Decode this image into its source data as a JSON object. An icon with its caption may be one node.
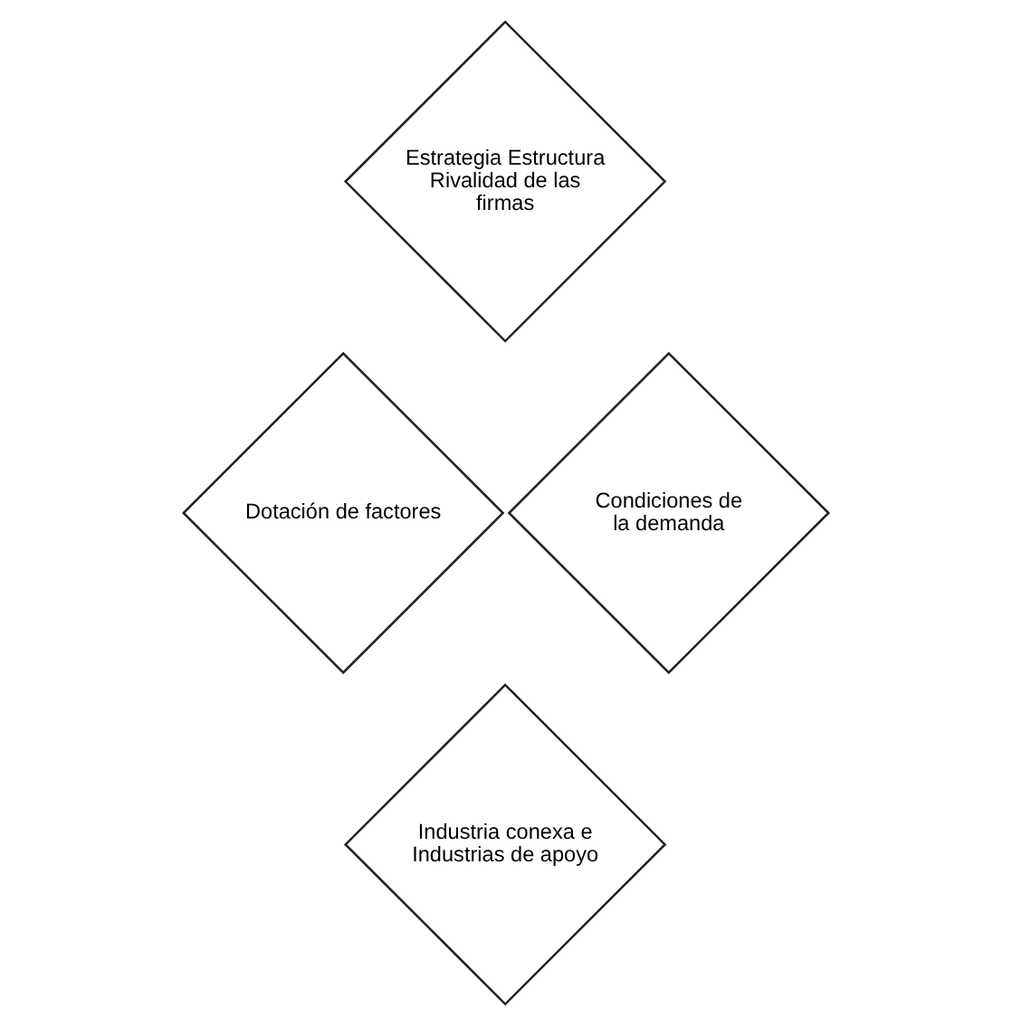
{
  "diagram": {
    "nodes": [
      {
        "text": [
          "Estrategia Estructura Rivalidad de las firmas"
        ]
      },
      {
        "text": [
          "Dotación de factores"
        ]
      },
      {
        "text": [
          "Condiciones de la demanda"
        ]
      },
      {
        "text": [
          "Industria conexa e Industrias de apoyo"
        ]
      }
    ]
  }
}
